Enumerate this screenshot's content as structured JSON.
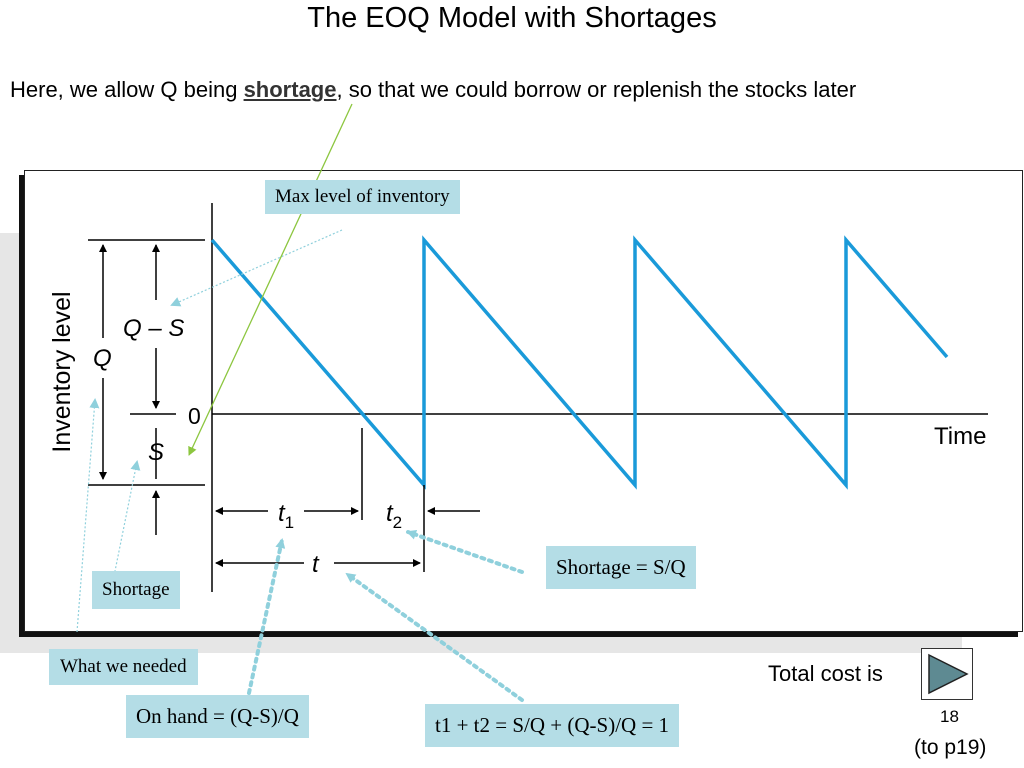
{
  "title": "The EOQ Model with Shortages",
  "intro": {
    "prefix": "Here, we allow Q being ",
    "keyword": "shortage",
    "suffix": ", so that we could borrow or replenish the stocks later"
  },
  "diagram": {
    "y_axis_label": "Inventory level",
    "x_axis_label": "Time",
    "label_q": "Q",
    "label_q_minus_s": "Q – S",
    "label_zero": "0",
    "label_s": "S",
    "label_t1": "t",
    "label_t1_sub": "1",
    "label_t2": "t",
    "label_t2_sub": "2",
    "label_t": "t",
    "sawtooth_color": "#1a9ad9",
    "callout_arrow_color": "#8fd0dc",
    "pointer_color": "#8cc63f"
  },
  "callouts": {
    "max_level": "Max level of inventory",
    "shortage_ratio": "Shortage = S/Q",
    "shortage": "Shortage",
    "what_needed": "What we needed",
    "on_hand": "On hand = (Q-S)/Q",
    "sum": "t1 + t2 = S/Q + (Q-S)/Q = 1"
  },
  "footer": {
    "total_cost": "Total cost is",
    "page_number": "18",
    "next_ref": "(to p19)"
  }
}
